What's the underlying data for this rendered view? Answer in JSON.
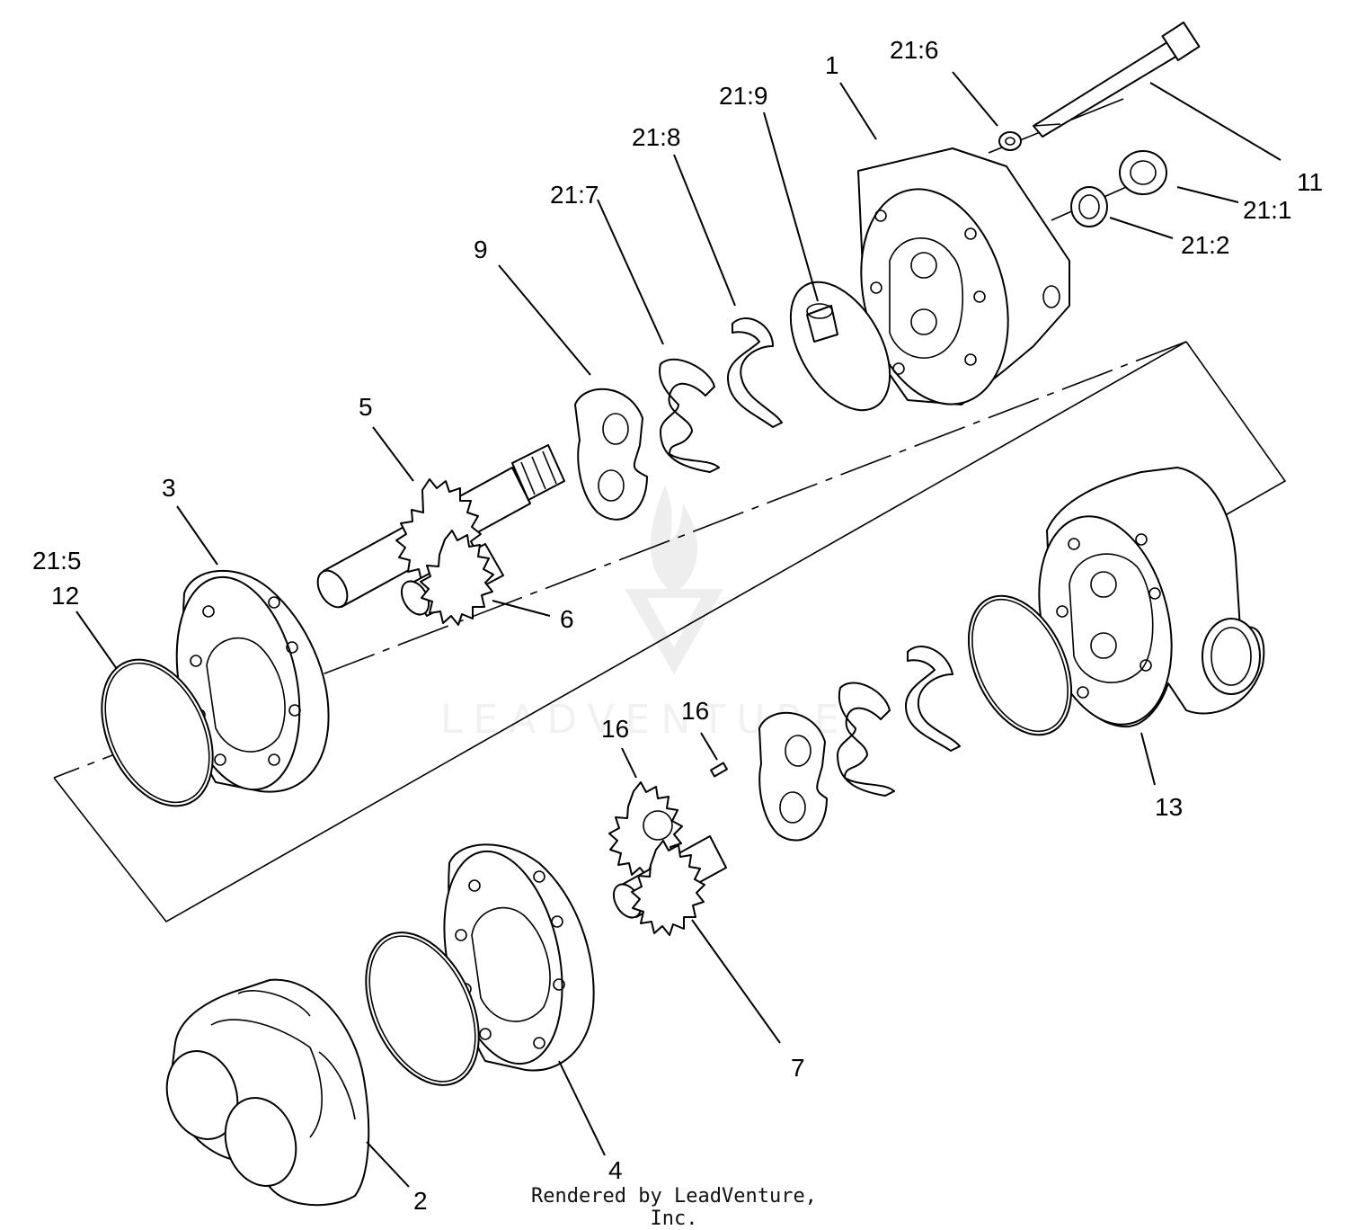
{
  "watermark": {
    "text": "LEADVENTURE"
  },
  "footer": "Rendered by LeadVenture, Inc.",
  "callouts": {
    "c1": "1",
    "c2": "2",
    "c3": "3",
    "c4": "4",
    "c5": "5",
    "c6": "6",
    "c7": "7",
    "c9": "9",
    "c11": "11",
    "c12": "12",
    "c13": "13",
    "c16a": "16",
    "c16b": "16",
    "c21_1": "21:1",
    "c21_2": "21:2",
    "c21_5": "21:5",
    "c21_6": "21:6",
    "c21_7": "21:7",
    "c21_8": "21:8",
    "c21_9": "21:9"
  }
}
